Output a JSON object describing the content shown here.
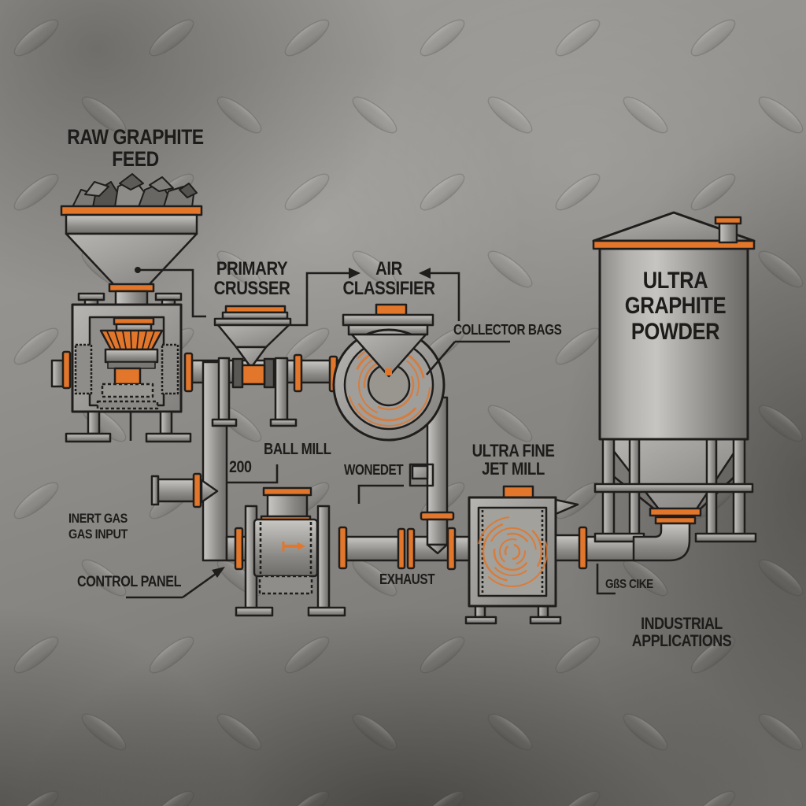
{
  "document": {
    "type": "industrial-process-flow-diagram",
    "subject": "Ultra graphite powder production line on diamond-plate metal background"
  },
  "colors": {
    "accent": "#E2762B",
    "outline": "#201E1C",
    "label": "#1D1C1A",
    "background_metal": "#8F8D89"
  },
  "labels": {
    "raw_feed": "RAW GRAPHITE\nFEED",
    "primary_crusher": "PRIMARY\nCRUSSER",
    "air_classifier": "AIR\nCLASSIFIER",
    "collector_bags": "COLLECTOR BAGS",
    "silo": "ULTRA\nGRAPHITE\nPOWDER",
    "ball_mill": "BALL MILL",
    "mesh_number": "200",
    "wonedet": "WONEDET",
    "jet_mill": "ULTRA FINE\nJET MILL",
    "inert_gas": "INERT GAS\nGAS INPUT",
    "control_panel": "CONTROL PANEL",
    "exhaust": "EXHAUST",
    "gas_cike": "GßS CIKE",
    "industrial": "INDUSTRIAL\nAPPLICATIONS"
  }
}
